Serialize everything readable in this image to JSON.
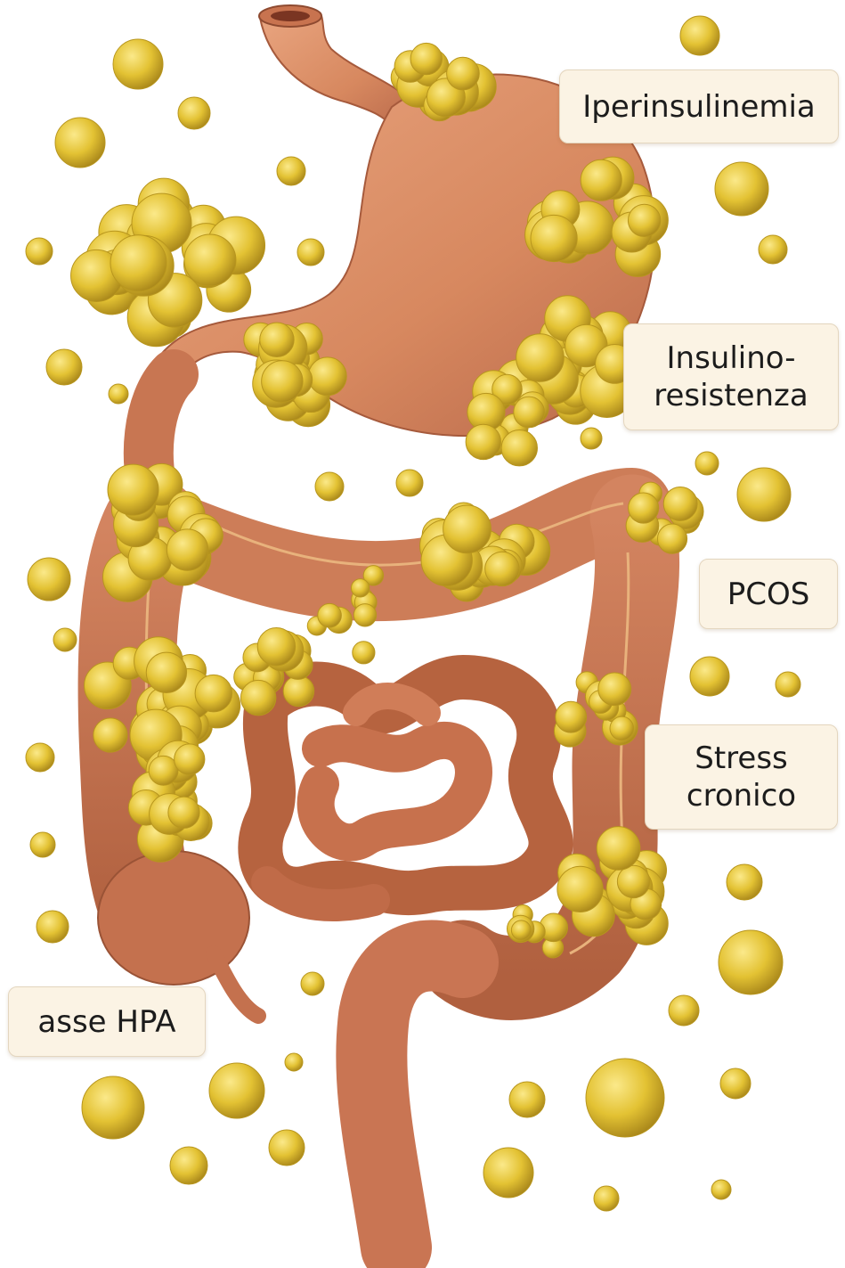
{
  "labels": {
    "iperinsulinemia": "Iperinsulinemia",
    "insulino_line1": "Insulino-",
    "insulino_line2": "resistenza",
    "pcos": "PCOS",
    "stress_line1": "Stress",
    "stress_line2": "cronico",
    "asse_hpa": "asse HPA"
  },
  "colors": {
    "tissue": "#cf7f5a",
    "tissue_dark": "#a85a3c",
    "fat": "#e3c233",
    "fat_dark": "#b8961e",
    "label_bg": "#fbf3e4"
  }
}
